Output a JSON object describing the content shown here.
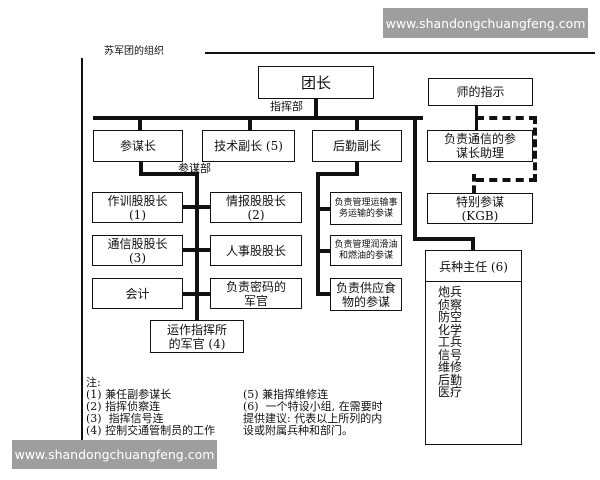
{
  "watermark": "www.shandongchuangfeng.com",
  "title": "苏军团的组织",
  "nodes": {
    "commander": "团长",
    "hq": "指挥部",
    "chief_of_staff": "参谋长",
    "tech_deputy": "技术副长 (5)",
    "logistics_deputy": "后勤副长",
    "staff": "参谋部",
    "ops": [
      "作训股股长",
      "(1)"
    ],
    "intel": [
      "情报股股长",
      "(2)"
    ],
    "signals": [
      "通信股股长",
      "(3)"
    ],
    "personnel": "人事股股长",
    "accountant": "会计",
    "cipher": [
      "负责密码的",
      "军官"
    ],
    "ops_post": [
      "运作指挥所",
      "的军官 (4)"
    ],
    "transport": [
      "负责管理运输事",
      "务运输的参谋"
    ],
    "fuel": [
      "负责管理润滑油",
      "和燃油的参谋"
    ],
    "food": [
      "负责供应食",
      "物的参谋"
    ],
    "division_orders": "师的指示",
    "comms_assistant": [
      "负责通信的参",
      "谋长助理"
    ],
    "special_staff": [
      "特别参谋",
      "(KGB)"
    ],
    "arms_chief": "兵种主任 (6)",
    "arms_list": [
      "炮兵",
      "侦察",
      "防空",
      "化学",
      "工兵",
      "信号",
      "维修",
      "后勤",
      "医疗"
    ]
  },
  "notes": {
    "heading": "注:",
    "left": [
      "(1) 兼任副参谋长",
      "(2) 指挥侦察连",
      "(3)  指挥信号连",
      "(4) 控制交通管制员的工作"
    ],
    "right": [
      "(5) 兼指挥维修连",
      "(6)  一个特设小组, 在需要时",
      "提供建议: 代表以上所列的内",
      "设或附属兵种和部门。"
    ]
  }
}
